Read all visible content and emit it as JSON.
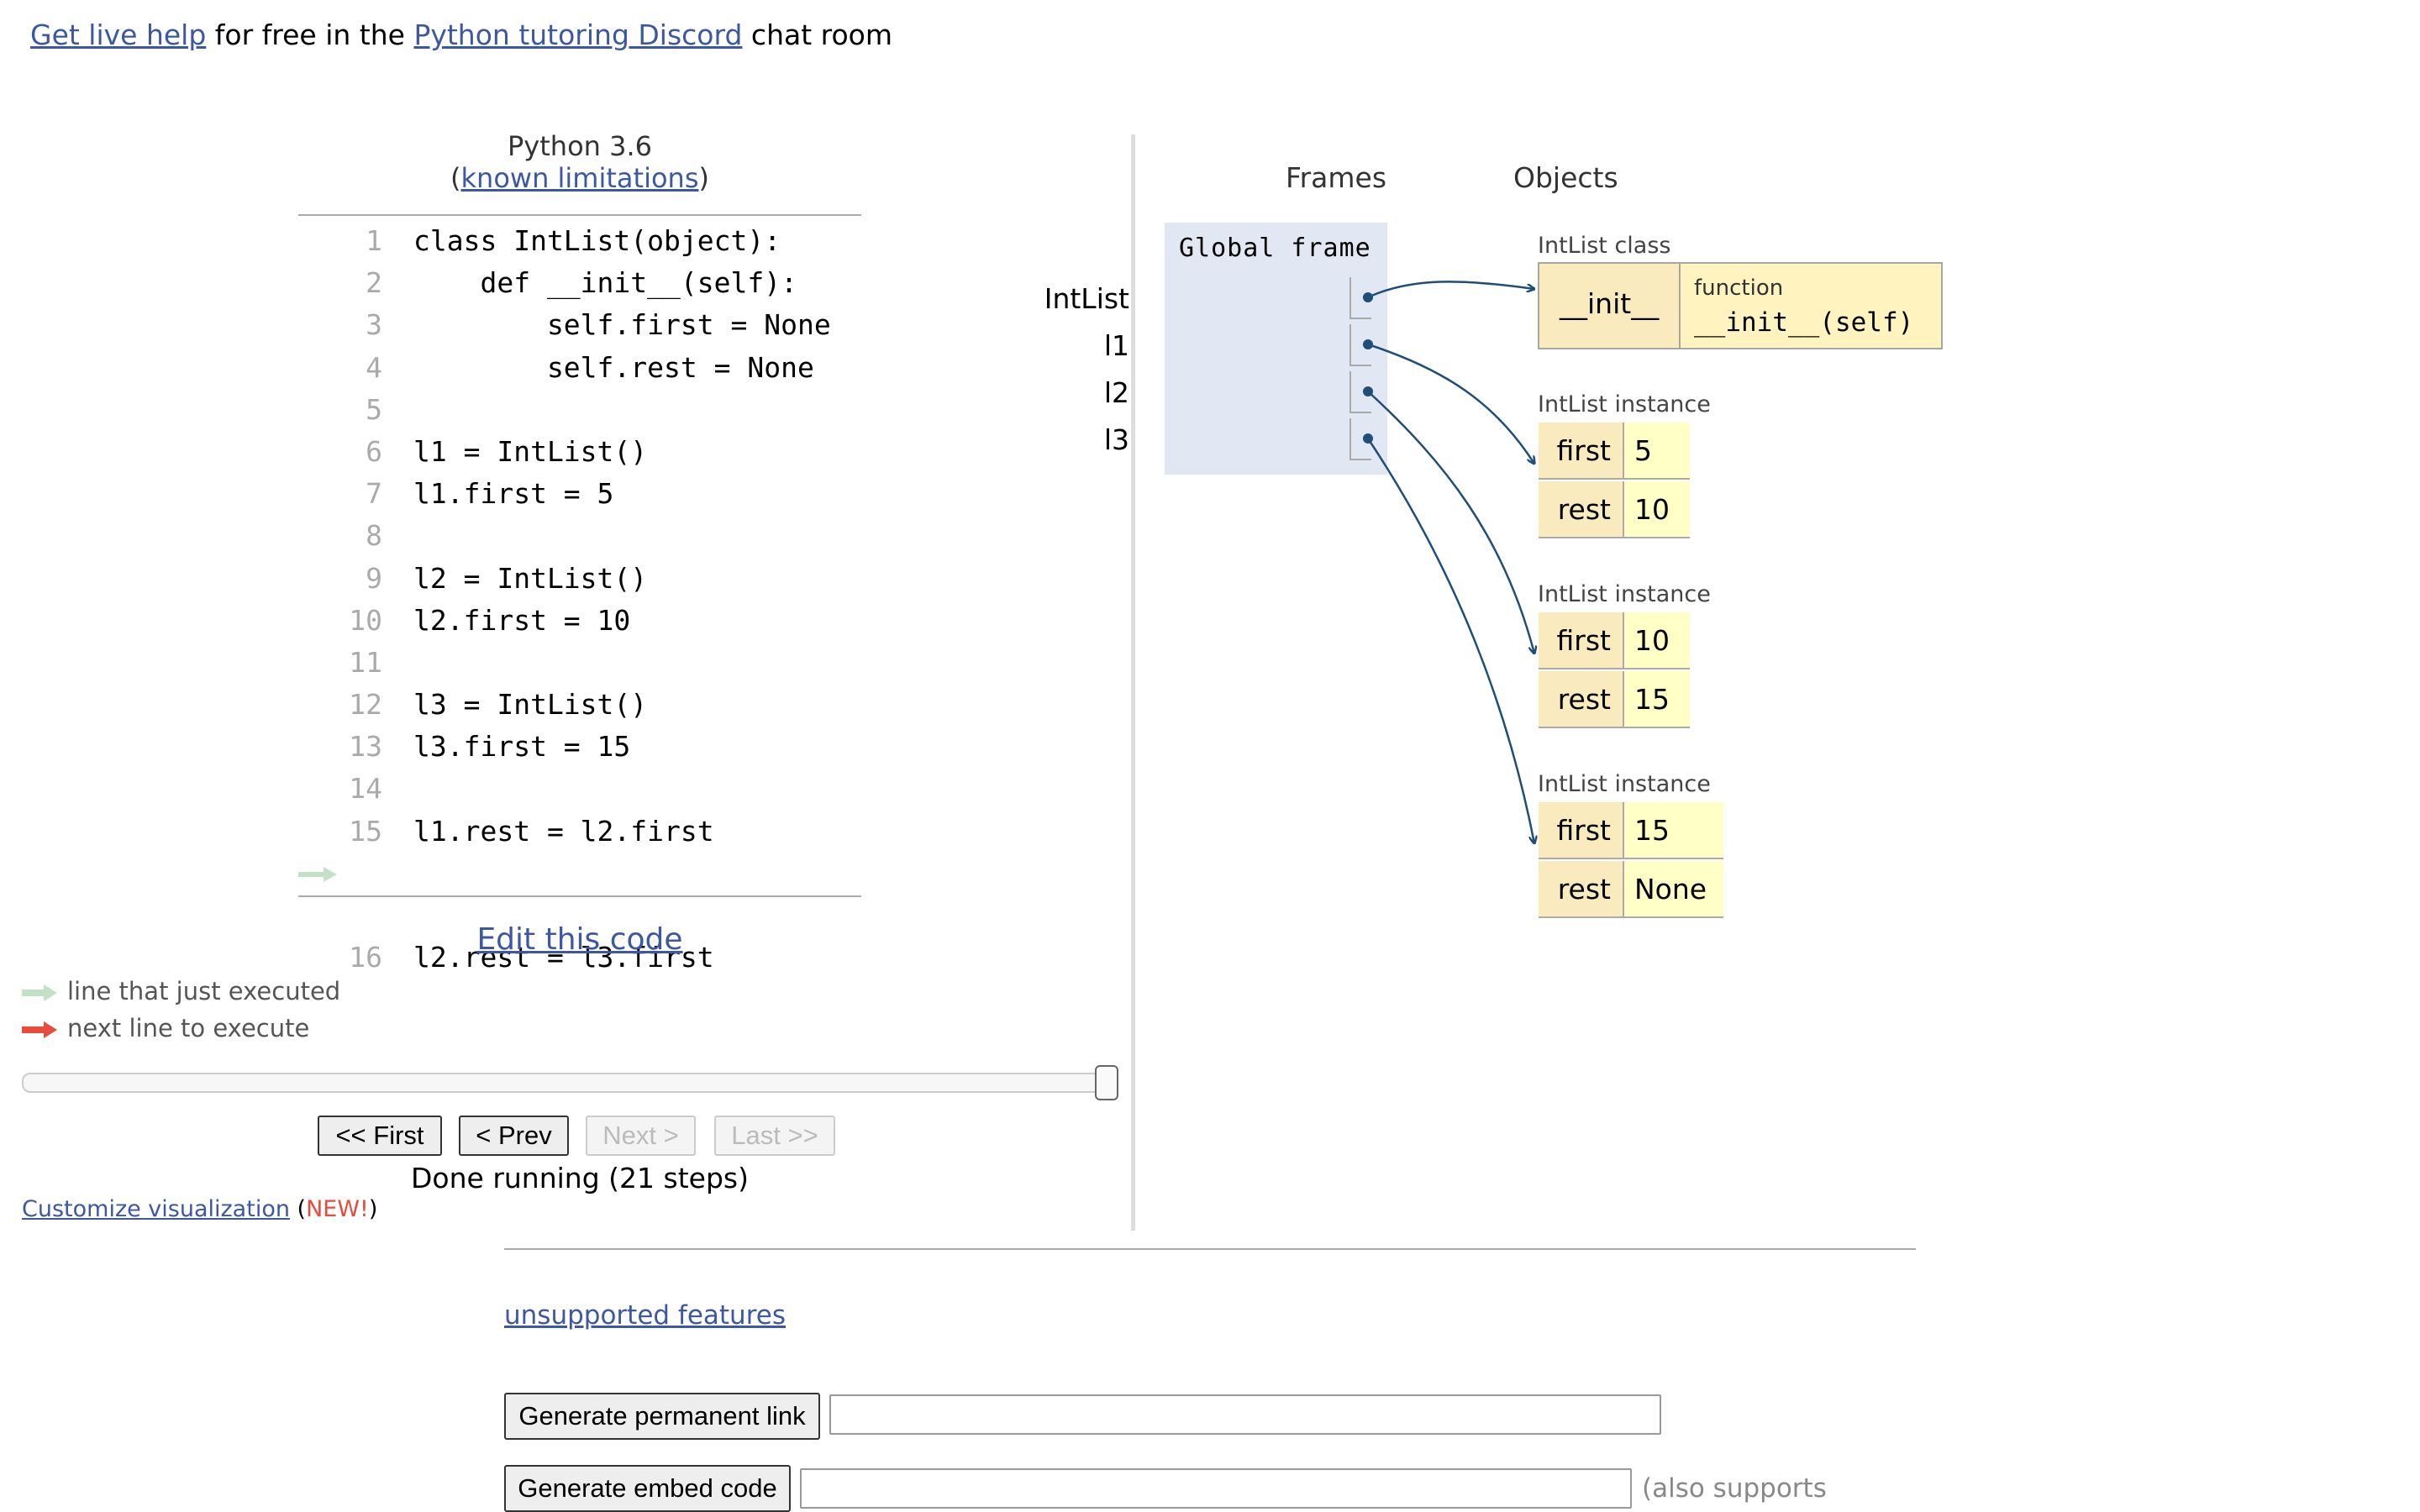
{
  "top": {
    "live_help": "Get live help",
    "mid1": " for free in the ",
    "discord": "Python tutoring Discord",
    "mid2": " chat room"
  },
  "editor": {
    "language": "Python 3.6",
    "open_paren": "(",
    "limitations": "known limitations",
    "close_paren": ")",
    "lines": [
      {
        "n": "1",
        "code": "class IntList(object):"
      },
      {
        "n": "2",
        "code": "    def __init__(self):"
      },
      {
        "n": "3",
        "code": "        self.first = None"
      },
      {
        "n": "4",
        "code": "        self.rest = None"
      },
      {
        "n": "5",
        "code": ""
      },
      {
        "n": "6",
        "code": "l1 = IntList()"
      },
      {
        "n": "7",
        "code": "l1.first = 5"
      },
      {
        "n": "8",
        "code": ""
      },
      {
        "n": "9",
        "code": "l2 = IntList()"
      },
      {
        "n": "10",
        "code": "l2.first = 10"
      },
      {
        "n": "11",
        "code": ""
      },
      {
        "n": "12",
        "code": "l3 = IntList()"
      },
      {
        "n": "13",
        "code": "l3.first = 15"
      },
      {
        "n": "14",
        "code": ""
      },
      {
        "n": "15",
        "code": "l1.rest = l2.first"
      },
      {
        "n": "16",
        "code": "l2.rest = l3.first"
      }
    ],
    "edit_link": "Edit this code"
  },
  "legend": {
    "executed": "line that just executed",
    "next": "next line to execute",
    "executed_color": "#c5e1c5",
    "next_color": "#e74c3c"
  },
  "nav": {
    "first": "<< First",
    "prev": "< Prev",
    "next": "Next >",
    "last": "Last >>",
    "status": "Done running (21 steps)",
    "customize": "Customize visualization",
    "new_label": "NEW!"
  },
  "vis": {
    "frames_header": "Frames",
    "objects_header": "Objects",
    "global_frame": "Global frame",
    "variables": [
      "IntList",
      "l1",
      "l2",
      "l3"
    ],
    "class_obj": {
      "title": "IntList class",
      "method": "__init__",
      "kind": "function",
      "signature": "__init__(self)"
    },
    "instances": [
      {
        "title": "IntList instance",
        "first": "5",
        "rest": "10"
      },
      {
        "title": "IntList instance",
        "first": "10",
        "rest": "15"
      },
      {
        "title": "IntList instance",
        "first": "15",
        "rest": "None"
      }
    ],
    "attr_first": "first",
    "attr_rest": "rest"
  },
  "footer": {
    "unsupported": "unsupported features",
    "permalink_btn": "Generate permanent link",
    "embed_btn": "Generate embed code",
    "also": "(also supports"
  }
}
